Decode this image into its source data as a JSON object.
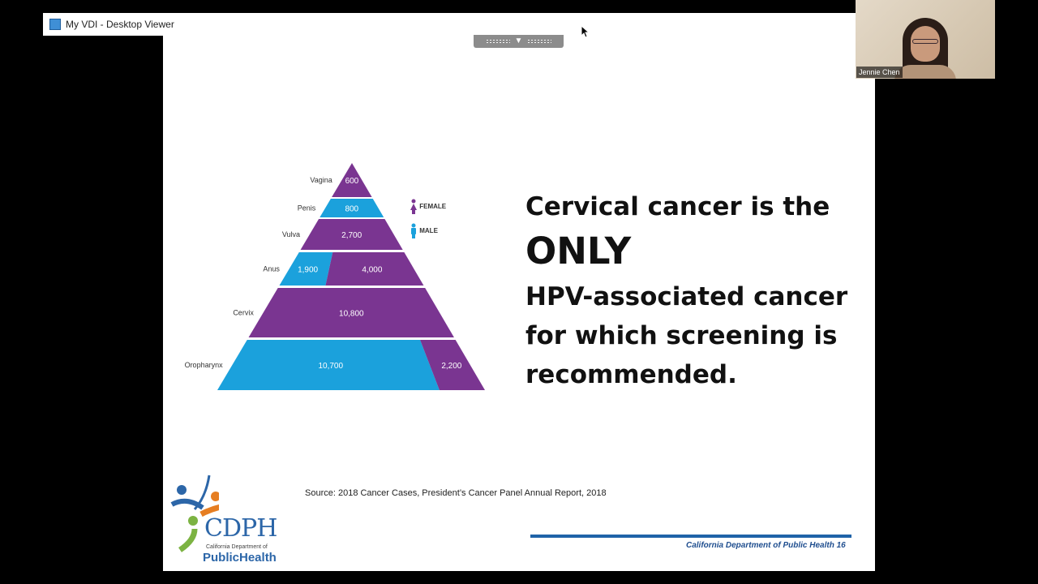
{
  "window": {
    "title": "My VDI - Desktop Viewer",
    "icon": "vdi-app-icon"
  },
  "video": {
    "name": "Jennie Chen"
  },
  "slide": {
    "headline": {
      "line1": "Cervical cancer is the",
      "line2": "ONLY",
      "line3": "HPV-associated cancer",
      "line4": "for which screening is",
      "line5": "recommended."
    },
    "source": "Source: 2018 Cancer Cases, President’s Cancer Panel Annual Report, 2018",
    "footer": "California Department of Public Health  16",
    "logo": {
      "text": "CDPH",
      "subtitle": "California Department of",
      "name": "PublicHealth"
    },
    "legend": {
      "female": "FEMALE",
      "male": "MALE"
    },
    "colors": {
      "female": "#7a3591",
      "male": "#1ba1dc"
    }
  },
  "chart_data": {
    "type": "bar",
    "categories": [
      "Vagina",
      "Penis",
      "Vulva",
      "Anus",
      "Cervix",
      "Oropharynx"
    ],
    "series": [
      {
        "name": "FEMALE",
        "values": [
          600,
          0,
          2700,
          4000,
          10800,
          2200
        ]
      },
      {
        "name": "MALE",
        "values": [
          0,
          800,
          0,
          1900,
          0,
          10700
        ]
      }
    ],
    "labels": {
      "Vagina": [
        "600"
      ],
      "Penis": [
        "800"
      ],
      "Vulva": [
        "2,700"
      ],
      "Anus": [
        "1,900",
        "4,000"
      ],
      "Cervix": [
        "10,800"
      ],
      "Oropharynx": [
        "10,700",
        "2,200"
      ]
    }
  }
}
